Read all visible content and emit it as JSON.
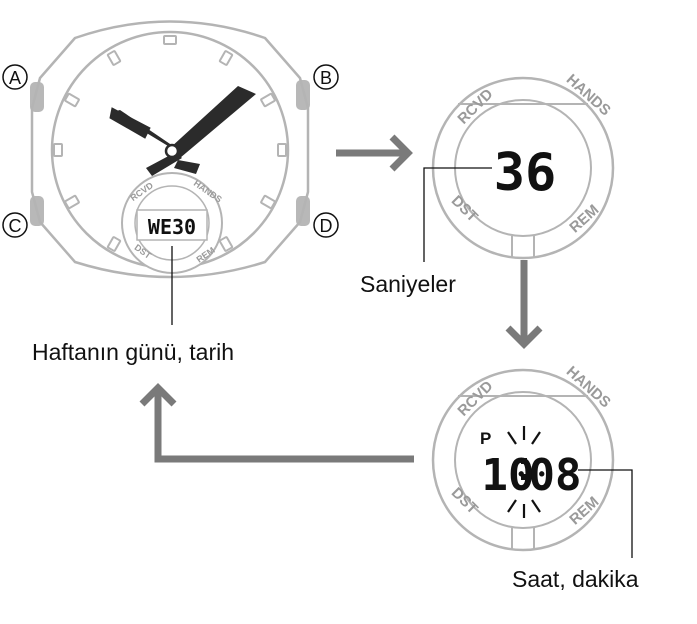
{
  "buttons": {
    "a": "A",
    "b": "B",
    "c": "C",
    "d": "D"
  },
  "bezel": {
    "rcvd": "RCVD",
    "hands": "HANDS",
    "dst": "DST",
    "rem": "REM"
  },
  "displays": {
    "weekday_date": "WE30",
    "seconds": "36",
    "pm_indicator": "P",
    "hour": "10",
    "minute": "08"
  },
  "labels": {
    "weekday_date": "Haftanın günü, tarih",
    "seconds": "Saniyeler",
    "time": "Saat, dakika"
  },
  "colors": {
    "outline": "#b4b4b4",
    "arrow": "#7a7a7a",
    "hand": "#2b2b2b",
    "button": "#b8b8b8"
  }
}
